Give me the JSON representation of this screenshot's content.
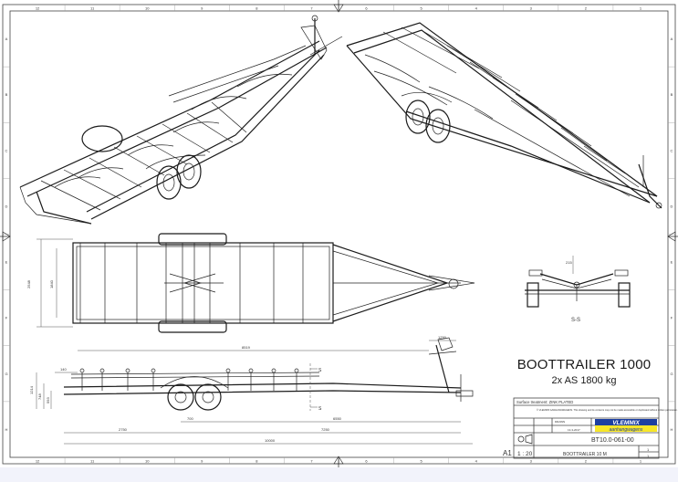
{
  "drawing": {
    "title": "BOOTTRAILER 1000",
    "subtitle": "2x AS 1800 kg",
    "section_label": "S-S",
    "section_marker": "S",
    "sheet_size": "A1",
    "scale": "1 : 20",
    "drawing_number": "BT10.0-061-00",
    "description": "BOOTTRAILER 10 M",
    "surface_treatment": "Surface treatment: ZINK PLATED",
    "company_name": "VLEMMIX",
    "company_tagline": "aanhangwagens",
    "sheet_no": "1",
    "sheet_total": "1",
    "date": "13-3-2017",
    "weight_label": "DRAWN",
    "copyright_note": "© VLEMMIX AANHANGWAGENS. This drawing and its contents may not be made accessible or duplicated without written permission."
  },
  "dimensions": {
    "top_width_outer": "2548",
    "top_width_inner": "1840",
    "side_overall": "10000",
    "side_front": "7250",
    "side_rear": "2750",
    "side_body": "8519",
    "side_drawbar": "1250",
    "side_axle": "700",
    "side_inner": "6550",
    "side_height_1": "1214",
    "side_height_2": "748",
    "side_height_3": "593",
    "side_offset": "140",
    "section_height": "215"
  },
  "border": {
    "columns": [
      "12",
      "11",
      "10",
      "9",
      "8",
      "7",
      "6",
      "5",
      "4",
      "3",
      "2",
      "1"
    ],
    "rows": [
      "A",
      "B",
      "C",
      "D",
      "E",
      "F",
      "G",
      "H"
    ]
  },
  "colors": {
    "logo_yellow": "#f7e628",
    "logo_blue": "#1d3fa0",
    "line": "#1b1b1b"
  }
}
